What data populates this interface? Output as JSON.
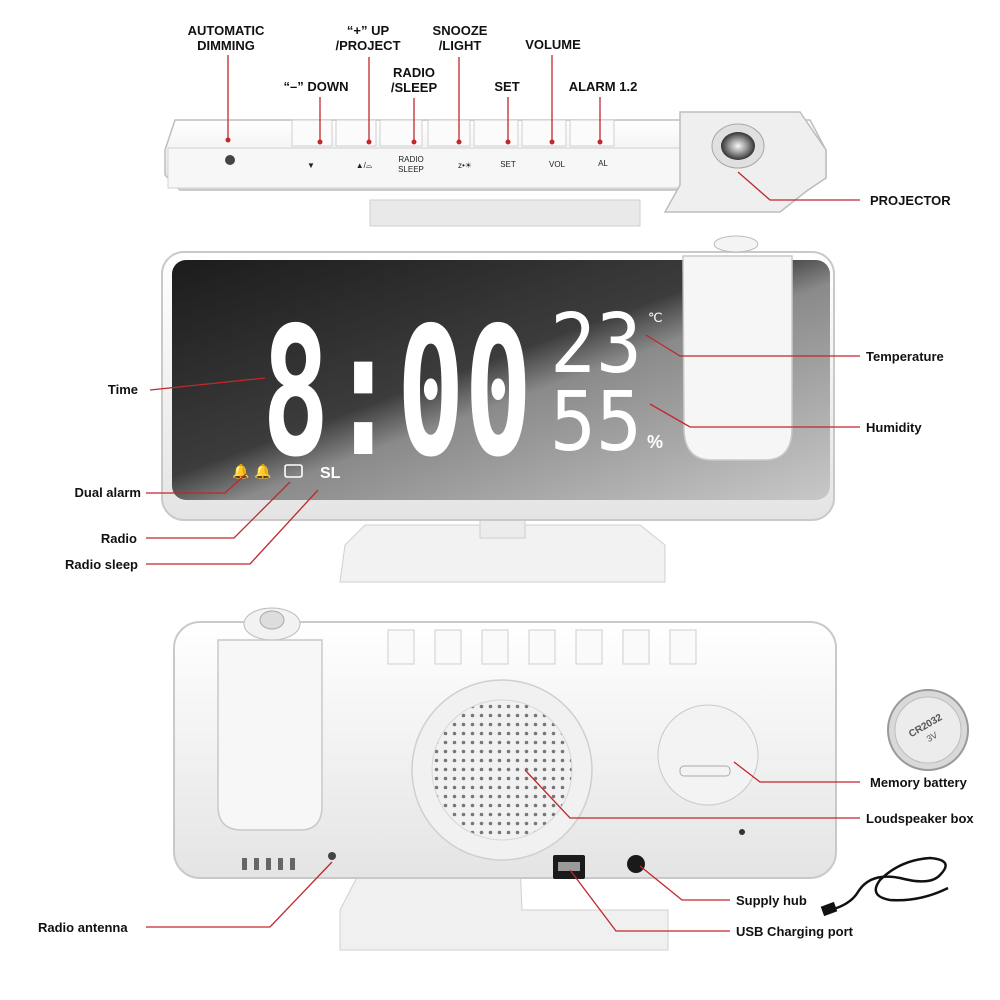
{
  "top_view": {
    "labels": {
      "automatic_dimming": "AUTOMATIC\nDIMMING",
      "down": "“–” DOWN",
      "up_project": "“+” UP\n/PROJECT",
      "radio_sleep": "RADIO\n/SLEEP",
      "snooze_light": "SNOOZE\n/LIGHT",
      "set": "SET",
      "volume": "VOLUME",
      "alarm": "ALARM 1.2",
      "projector": "PROJECTOR"
    },
    "button_marks": {
      "down": "▼",
      "radio_line1": "RADIO",
      "radio_line2": "SLEEP",
      "set": "SET",
      "vol": "VOL",
      "al": "AL"
    }
  },
  "front_view": {
    "display": {
      "time": "8:00",
      "temperature": "23",
      "temp_unit": "℃",
      "humidity": "55",
      "humidity_unit": "%",
      "sleep_indicator": "SL"
    },
    "labels": {
      "time": "Time",
      "dual_alarm": "Dual alarm",
      "radio": "Radio",
      "radio_sleep": "Radio sleep",
      "temperature": "Temperature",
      "humidity": "Humidity"
    }
  },
  "back_view": {
    "labels": {
      "memory_battery": "Memory battery",
      "loudspeaker_box": "Loudspeaker box",
      "supply_hub": "Supply hub",
      "usb_charging_port": "USB Charging port",
      "radio_antenna": "Radio antenna"
    },
    "battery_text": "CR2032",
    "battery_voltage": "3V"
  },
  "colors": {
    "leader_line": "#c1272d",
    "device_body": "#f4f4f4",
    "screen": "#3a3a3a",
    "digits": "#ffffff"
  }
}
